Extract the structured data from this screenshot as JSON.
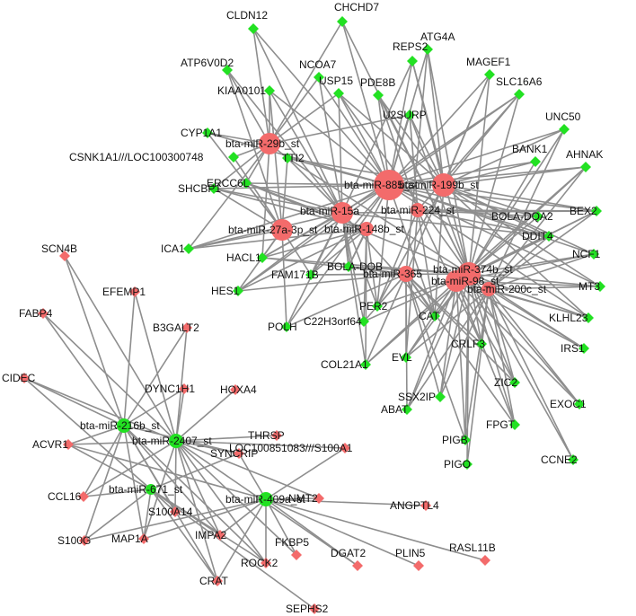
{
  "colors": {
    "background": "#ffffff",
    "edge": "#8e8e8e",
    "mirna_node": "#f36b6b",
    "green_gene": "#22e122",
    "red_gene": "#f36b6b",
    "label": "#111111"
  },
  "mirnas": [
    {
      "id": "m885",
      "label": "bta-miR-885_st",
      "color": "red"
    },
    {
      "id": "m199",
      "label": "bta-miR-199b_st",
      "color": "red"
    },
    {
      "id": "m29b",
      "label": "bta-miR-29b_st",
      "color": "red"
    },
    {
      "id": "m15",
      "label": "bta-miR-15a",
      "color": "red"
    },
    {
      "id": "m224",
      "label": "bta-miR-224_st",
      "color": "red"
    },
    {
      "id": "m27a",
      "label": "bta-miR-27a-3p_st",
      "color": "red"
    },
    {
      "id": "m148",
      "label": "bta-miR-148b_st",
      "color": "red"
    },
    {
      "id": "m365",
      "label": "bta-miR-365",
      "color": "red"
    },
    {
      "id": "m374",
      "label": "bta-miR-374b_st",
      "color": "red"
    },
    {
      "id": "m98",
      "label": "bta-miR-98_st",
      "color": "red"
    },
    {
      "id": "m200",
      "label": "bta-miR-200c_st",
      "color": "red"
    },
    {
      "id": "m216",
      "label": "bta-miR-216b_st",
      "color": "green"
    },
    {
      "id": "m2407",
      "label": "bta-miR-2407_st",
      "color": "green"
    },
    {
      "id": "m671",
      "label": "bta-miR-671_st",
      "color": "green"
    },
    {
      "id": "m409",
      "label": "bta-miR-409a_st",
      "color": "green"
    }
  ],
  "genes": [
    {
      "id": "CHCHD7",
      "label": "CHCHD7",
      "color": "green"
    },
    {
      "id": "CLDN12",
      "label": "CLDN12",
      "color": "green"
    },
    {
      "id": "ATG4A",
      "label": "ATG4A",
      "color": "green"
    },
    {
      "id": "REPS2",
      "label": "REPS2",
      "color": "green"
    },
    {
      "id": "ATP6V0D2",
      "label": "ATP6V0D2",
      "color": "green"
    },
    {
      "id": "NCOA7",
      "label": "NCOA7",
      "color": "green"
    },
    {
      "id": "MAGEF1",
      "label": "MAGEF1",
      "color": "green"
    },
    {
      "id": "USP15",
      "label": "USP15",
      "color": "green"
    },
    {
      "id": "PDE8B",
      "label": "PDE8B",
      "color": "green"
    },
    {
      "id": "KIAA0101",
      "label": "KIAA0101",
      "color": "green"
    },
    {
      "id": "SLC16A6",
      "label": "SLC16A6",
      "color": "green"
    },
    {
      "id": "U2SURP",
      "label": "U2SURP",
      "color": "green"
    },
    {
      "id": "UNC50",
      "label": "UNC50",
      "color": "green"
    },
    {
      "id": "CYP1A1",
      "label": "CYP1A1",
      "color": "green"
    },
    {
      "id": "BANK1",
      "label": "BANK1",
      "color": "green"
    },
    {
      "id": "AHNAK",
      "label": "AHNAK",
      "color": "green"
    },
    {
      "id": "CSNK1A1",
      "label": "CSNK1A1///LOC100300748",
      "color": "green"
    },
    {
      "id": "TTI2",
      "label": "TTI2",
      "color": "green"
    },
    {
      "id": "ERCC6L",
      "label": "ERCC6L",
      "color": "green"
    },
    {
      "id": "SHCBP1",
      "label": "SHCBP1",
      "color": "green"
    },
    {
      "id": "BOLADQA2",
      "label": "BOLA-DQA2",
      "color": "green"
    },
    {
      "id": "BEX2",
      "label": "BEX2",
      "color": "green"
    },
    {
      "id": "DDIT4",
      "label": "DDIT4",
      "color": "green"
    },
    {
      "id": "NCF1",
      "label": "NCF1",
      "color": "green"
    },
    {
      "id": "ICA1",
      "label": "ICA1",
      "color": "green"
    },
    {
      "id": "HACL1",
      "label": "HACL1",
      "color": "green"
    },
    {
      "id": "FAM171B",
      "label": "FAM171B",
      "color": "green"
    },
    {
      "id": "BOLADQB",
      "label": "BOLA-DQB",
      "color": "green"
    },
    {
      "id": "MT3",
      "label": "MT3",
      "color": "green"
    },
    {
      "id": "HES1",
      "label": "HES1",
      "color": "green"
    },
    {
      "id": "PER2",
      "label": "PER2",
      "color": "green"
    },
    {
      "id": "KLHL23",
      "label": "KLHL23",
      "color": "green"
    },
    {
      "id": "POLH",
      "label": "POLH",
      "color": "green"
    },
    {
      "id": "C22H3orf64",
      "label": "C22H3orf64",
      "color": "green"
    },
    {
      "id": "CAT",
      "label": "CAT",
      "color": "green"
    },
    {
      "id": "IRS1",
      "label": "IRS1",
      "color": "green"
    },
    {
      "id": "COL21A1",
      "label": "COL21A1",
      "color": "green"
    },
    {
      "id": "EVL",
      "label": "EVL",
      "color": "green"
    },
    {
      "id": "CRLF3",
      "label": "CRLF3",
      "color": "green"
    },
    {
      "id": "ZIC2",
      "label": "ZIC2",
      "color": "green"
    },
    {
      "id": "SSX2IP",
      "label": "SSX2IP",
      "color": "green"
    },
    {
      "id": "ABAT",
      "label": "ABAT",
      "color": "green"
    },
    {
      "id": "FPGT",
      "label": "FPGT",
      "color": "green"
    },
    {
      "id": "EXOC1",
      "label": "EXOC1",
      "color": "green"
    },
    {
      "id": "PIGB",
      "label": "PIGB",
      "color": "green"
    },
    {
      "id": "CCNE2",
      "label": "CCNE2",
      "color": "green"
    },
    {
      "id": "PIGO",
      "label": "PIGO",
      "color": "green"
    },
    {
      "id": "SCN4B",
      "label": "SCN4B",
      "color": "red"
    },
    {
      "id": "EFEMP1",
      "label": "EFEMP1",
      "color": "red"
    },
    {
      "id": "FABP4",
      "label": "FABP4",
      "color": "red"
    },
    {
      "id": "B3GALT2",
      "label": "B3GALT2",
      "color": "red"
    },
    {
      "id": "CIDEC",
      "label": "CIDEC",
      "color": "red"
    },
    {
      "id": "DYNC1H1",
      "label": "DYNC1H1",
      "color": "red"
    },
    {
      "id": "HOXA4",
      "label": "HOXA4",
      "color": "red"
    },
    {
      "id": "THRSP",
      "label": "THRSP",
      "color": "red"
    },
    {
      "id": "ACVR1",
      "label": "ACVR1",
      "color": "red"
    },
    {
      "id": "SYNCRIP",
      "label": "SYNCRIP",
      "color": "red"
    },
    {
      "id": "LOC100851083",
      "label": "LOC100851083///S100A1",
      "color": "red"
    },
    {
      "id": "CCL16",
      "label": "CCL16",
      "color": "red"
    },
    {
      "id": "S100A14",
      "label": "S100A14",
      "color": "red"
    },
    {
      "id": "NMT2",
      "label": "NMT2",
      "color": "red"
    },
    {
      "id": "ANGPTL4",
      "label": "ANGPTL4",
      "color": "red"
    },
    {
      "id": "IMPA2",
      "label": "IMPA2",
      "color": "red"
    },
    {
      "id": "S100G",
      "label": "S100G",
      "color": "red"
    },
    {
      "id": "MAP1A",
      "label": "MAP1A",
      "color": "red"
    },
    {
      "id": "FKBP5",
      "label": "FKBP5",
      "color": "red"
    },
    {
      "id": "DGAT2",
      "label": "DGAT2",
      "color": "red"
    },
    {
      "id": "PLIN5",
      "label": "PLIN5",
      "color": "red"
    },
    {
      "id": "RASL11B",
      "label": "RASL11B",
      "color": "red"
    },
    {
      "id": "ROCK2",
      "label": "ROCK2",
      "color": "red"
    },
    {
      "id": "CRAT",
      "label": "CRAT",
      "color": "red"
    },
    {
      "id": "SEPHS2",
      "label": "SEPHS2",
      "color": "red"
    }
  ],
  "edges": [
    [
      "m29b",
      "CHCHD7"
    ],
    [
      "m29b",
      "CLDN12"
    ],
    [
      "m29b",
      "ATP6V0D2"
    ],
    [
      "m29b",
      "NCOA7"
    ],
    [
      "m29b",
      "KIAA0101"
    ],
    [
      "m29b",
      "CYP1A1"
    ],
    [
      "m29b",
      "CSNK1A1"
    ],
    [
      "m29b",
      "TTI2"
    ],
    [
      "m29b",
      "ERCC6L"
    ],
    [
      "m29b",
      "SHCBP1"
    ],
    [
      "m29b",
      "USP15"
    ],
    [
      "m29b",
      "ICA1"
    ],
    [
      "m29b",
      "HACL1"
    ],
    [
      "m29b",
      "U2SURP"
    ],
    [
      "m885",
      "CHCHD7"
    ],
    [
      "m885",
      "CLDN12"
    ],
    [
      "m885",
      "REPS2"
    ],
    [
      "m885",
      "ATG4A"
    ],
    [
      "m885",
      "MAGEF1"
    ],
    [
      "m885",
      "NCOA7"
    ],
    [
      "m885",
      "USP15"
    ],
    [
      "m885",
      "PDE8B"
    ],
    [
      "m885",
      "KIAA0101"
    ],
    [
      "m885",
      "U2SURP"
    ],
    [
      "m885",
      "SLC16A6"
    ],
    [
      "m885",
      "UNC50"
    ],
    [
      "m885",
      "BANK1"
    ],
    [
      "m885",
      "AHNAK"
    ],
    [
      "m885",
      "CYP1A1"
    ],
    [
      "m885",
      "TTI2"
    ],
    [
      "m885",
      "ERCC6L"
    ],
    [
      "m885",
      "SHCBP1"
    ],
    [
      "m885",
      "BOLADQA2"
    ],
    [
      "m885",
      "BEX2"
    ],
    [
      "m885",
      "DDIT4"
    ],
    [
      "m885",
      "NCF1"
    ],
    [
      "m885",
      "FAM171B"
    ],
    [
      "m885",
      "BOLADQB"
    ],
    [
      "m885",
      "HACL1"
    ],
    [
      "m885",
      "MT3"
    ],
    [
      "m885",
      "PER2"
    ],
    [
      "m885",
      "CAT"
    ],
    [
      "m885",
      "KLHL23"
    ],
    [
      "m885",
      "ICA1"
    ],
    [
      "m885",
      "HES1"
    ],
    [
      "m885",
      "POLH"
    ],
    [
      "m199",
      "REPS2"
    ],
    [
      "m199",
      "ATG4A"
    ],
    [
      "m199",
      "MAGEF1"
    ],
    [
      "m199",
      "PDE8B"
    ],
    [
      "m199",
      "SLC16A6"
    ],
    [
      "m199",
      "UNC50"
    ],
    [
      "m199",
      "BANK1"
    ],
    [
      "m199",
      "AHNAK"
    ],
    [
      "m199",
      "U2SURP"
    ],
    [
      "m199",
      "BOLADQA2"
    ],
    [
      "m199",
      "BEX2"
    ],
    [
      "m199",
      "NCF1"
    ],
    [
      "m199",
      "DDIT4"
    ],
    [
      "m199",
      "TTI2"
    ],
    [
      "m199",
      "USP15"
    ],
    [
      "m199",
      "CAT"
    ],
    [
      "m199",
      "PER2"
    ],
    [
      "m199",
      "MT3"
    ],
    [
      "m199",
      "KLHL23"
    ],
    [
      "m15",
      "CLDN12"
    ],
    [
      "m15",
      "ATP6V0D2"
    ],
    [
      "m15",
      "NCOA7"
    ],
    [
      "m15",
      "KIAA0101"
    ],
    [
      "m15",
      "USP15"
    ],
    [
      "m15",
      "TTI2"
    ],
    [
      "m15",
      "ERCC6L"
    ],
    [
      "m15",
      "SHCBP1"
    ],
    [
      "m15",
      "ICA1"
    ],
    [
      "m15",
      "HACL1"
    ],
    [
      "m15",
      "HES1"
    ],
    [
      "m15",
      "POLH"
    ],
    [
      "m15",
      "FAM171B"
    ],
    [
      "m15",
      "BOLADQB"
    ],
    [
      "m15",
      "C22H3orf64"
    ],
    [
      "m15",
      "COL21A1"
    ],
    [
      "m15",
      "PER2"
    ],
    [
      "m15",
      "REPS2"
    ],
    [
      "m15",
      "SLC16A6"
    ],
    [
      "m15",
      "CAT"
    ],
    [
      "m15",
      "BEX2"
    ],
    [
      "m15",
      "DDIT4"
    ],
    [
      "m27a",
      "CYP1A1"
    ],
    [
      "m27a",
      "CSNK1A1"
    ],
    [
      "m27a",
      "SHCBP1"
    ],
    [
      "m27a",
      "ERCC6L"
    ],
    [
      "m27a",
      "ICA1"
    ],
    [
      "m27a",
      "HACL1"
    ],
    [
      "m27a",
      "HES1"
    ],
    [
      "m27a",
      "KIAA0101"
    ],
    [
      "m27a",
      "ATP6V0D2"
    ],
    [
      "m27a",
      "FAM171B"
    ],
    [
      "m27a",
      "POLH"
    ],
    [
      "m27a",
      "TTI2"
    ],
    [
      "m374",
      "ATG4A"
    ],
    [
      "m374",
      "MAGEF1"
    ],
    [
      "m374",
      "SLC16A6"
    ],
    [
      "m374",
      "UNC50"
    ],
    [
      "m374",
      "BANK1"
    ],
    [
      "m374",
      "AHNAK"
    ],
    [
      "m374",
      "BOLADQA2"
    ],
    [
      "m374",
      "BEX2"
    ],
    [
      "m374",
      "DDIT4"
    ],
    [
      "m374",
      "NCF1"
    ],
    [
      "m374",
      "MT3"
    ],
    [
      "m374",
      "KLHL23"
    ],
    [
      "m374",
      "IRS1"
    ],
    [
      "m374",
      "ZIC2"
    ],
    [
      "m374",
      "CRLF3"
    ],
    [
      "m374",
      "SSX2IP"
    ],
    [
      "m374",
      "ABAT"
    ],
    [
      "m374",
      "FPGT"
    ],
    [
      "m374",
      "EXOC1"
    ],
    [
      "m374",
      "PIGB"
    ],
    [
      "m374",
      "PIGO"
    ],
    [
      "m374",
      "CCNE2"
    ],
    [
      "m374",
      "EVL"
    ],
    [
      "m374",
      "CAT"
    ],
    [
      "m374",
      "PER2"
    ],
    [
      "m374",
      "COL21A1"
    ],
    [
      "m374",
      "C22H3orf64"
    ],
    [
      "m374",
      "REPS2"
    ],
    [
      "m374",
      "PDE8B"
    ],
    [
      "m374",
      "U2SURP"
    ],
    [
      "m374",
      "BOLADQB"
    ],
    [
      "m374",
      "FAM171B"
    ],
    [
      "m374",
      "CHCHD7"
    ],
    [
      "m374",
      "USP15"
    ],
    [
      "m374",
      "ERCC6L"
    ],
    [
      "m374",
      "HACL1"
    ],
    [
      "m374",
      "TTI2"
    ],
    [
      "m200",
      "ZIC2"
    ],
    [
      "m200",
      "EXOC1"
    ],
    [
      "m200",
      "CCNE2"
    ],
    [
      "m200",
      "FPGT"
    ],
    [
      "m200",
      "PIGB"
    ],
    [
      "m200",
      "IRS1"
    ],
    [
      "m200",
      "KLHL23"
    ],
    [
      "m200",
      "NCF1"
    ],
    [
      "m200",
      "MT3"
    ],
    [
      "m200",
      "CRLF3"
    ],
    [
      "m200",
      "SSX2IP"
    ],
    [
      "m200",
      "PIGO"
    ],
    [
      "m200",
      "BEX2"
    ],
    [
      "m200",
      "DDIT4"
    ],
    [
      "m200",
      "EVL"
    ],
    [
      "m200",
      "ABAT"
    ],
    [
      "m200",
      "AHNAK"
    ],
    [
      "m200",
      "UNC50"
    ],
    [
      "m365",
      "SSX2IP"
    ],
    [
      "m365",
      "ABAT"
    ],
    [
      "m365",
      "PIGB"
    ],
    [
      "m365",
      "EVL"
    ],
    [
      "m365",
      "COL21A1"
    ],
    [
      "m365",
      "C22H3orf64"
    ],
    [
      "m365",
      "PER2"
    ],
    [
      "m365",
      "CAT"
    ],
    [
      "m365",
      "POLH"
    ],
    [
      "m365",
      "HES1"
    ],
    [
      "m365",
      "FAM171B"
    ],
    [
      "m365",
      "BOLADQB"
    ],
    [
      "m365",
      "CRLF3"
    ],
    [
      "m365",
      "FPGT"
    ],
    [
      "m365",
      "ZIC2"
    ],
    [
      "m365",
      "HACL1"
    ],
    [
      "m365",
      "MAGEF1"
    ],
    [
      "m365",
      "ATG4A"
    ],
    [
      "m224",
      "BOLADQA2"
    ],
    [
      "m224",
      "DDIT4"
    ],
    [
      "m224",
      "BEX2"
    ],
    [
      "m224",
      "CAT"
    ],
    [
      "m224",
      "PER2"
    ],
    [
      "m224",
      "EVL"
    ],
    [
      "m224",
      "CRLF3"
    ],
    [
      "m224",
      "SLC16A6"
    ],
    [
      "m224",
      "U2SURP"
    ],
    [
      "m224",
      "PDE8B"
    ],
    [
      "m148",
      "HACL1"
    ],
    [
      "m148",
      "ICA1"
    ],
    [
      "m148",
      "FAM171B"
    ],
    [
      "m148",
      "BOLADQB"
    ],
    [
      "m148",
      "HES1"
    ],
    [
      "m148",
      "C22H3orf64"
    ],
    [
      "m148",
      "COL21A1"
    ],
    [
      "m148",
      "PER2"
    ],
    [
      "m148",
      "SHCBP1"
    ],
    [
      "m148",
      "ERCC6L"
    ],
    [
      "m98",
      "IRS1"
    ],
    [
      "m98",
      "ZIC2"
    ],
    [
      "m98",
      "EXOC1"
    ],
    [
      "m98",
      "CRLF3"
    ],
    [
      "m98",
      "KLHL23"
    ],
    [
      "m98",
      "NCF1"
    ],
    [
      "m98",
      "MT3"
    ],
    [
      "m98",
      "BEX2"
    ],
    [
      "m98",
      "AHNAK"
    ],
    [
      "m98",
      "DDIT4"
    ],
    [
      "m98",
      "SSX2IP"
    ],
    [
      "m98",
      "ABAT"
    ],
    [
      "m98",
      "FPGT"
    ],
    [
      "m98",
      "PIGB"
    ],
    [
      "m98",
      "EVL"
    ],
    [
      "m98",
      "COL21A1"
    ],
    [
      "m216",
      "SCN4B"
    ],
    [
      "m216",
      "FABP4"
    ],
    [
      "m216",
      "CIDEC"
    ],
    [
      "m216",
      "ACVR1"
    ],
    [
      "m216",
      "CCL16"
    ],
    [
      "m216",
      "EFEMP1"
    ],
    [
      "m216",
      "B3GALT2"
    ],
    [
      "m216",
      "DYNC1H1"
    ],
    [
      "m216",
      "SYNCRIP"
    ],
    [
      "m216",
      "IMPA2"
    ],
    [
      "m216",
      "MAP1A"
    ],
    [
      "m216",
      "S100G"
    ],
    [
      "m216",
      "ROCK2"
    ],
    [
      "m216",
      "CRAT"
    ],
    [
      "m216",
      "S100A14"
    ],
    [
      "m2407",
      "SCN4B"
    ],
    [
      "m2407",
      "FABP4"
    ],
    [
      "m2407",
      "CIDEC"
    ],
    [
      "m2407",
      "EFEMP1"
    ],
    [
      "m2407",
      "B3GALT2"
    ],
    [
      "m2407",
      "DYNC1H1"
    ],
    [
      "m2407",
      "HOXA4"
    ],
    [
      "m2407",
      "THRSP"
    ],
    [
      "m2407",
      "SYNCRIP"
    ],
    [
      "m2407",
      "LOC100851083"
    ],
    [
      "m2407",
      "ACVR1"
    ],
    [
      "m2407",
      "CCL16"
    ],
    [
      "m2407",
      "S100A14"
    ],
    [
      "m2407",
      "MAP1A"
    ],
    [
      "m2407",
      "IMPA2"
    ],
    [
      "m2407",
      "CRAT"
    ],
    [
      "m2407",
      "FKBP5"
    ],
    [
      "m2407",
      "NMT2"
    ],
    [
      "m2407",
      "ROCK2"
    ],
    [
      "m2407",
      "DGAT2"
    ],
    [
      "m671",
      "CIDEC"
    ],
    [
      "m671",
      "ACVR1"
    ],
    [
      "m671",
      "CCL16"
    ],
    [
      "m671",
      "S100A14"
    ],
    [
      "m671",
      "MAP1A"
    ],
    [
      "m671",
      "S100G"
    ],
    [
      "m671",
      "CRAT"
    ],
    [
      "m671",
      "IMPA2"
    ],
    [
      "m671",
      "SEPHS2"
    ],
    [
      "m671",
      "ROCK2"
    ],
    [
      "m671",
      "SYNCRIP"
    ],
    [
      "m409",
      "ANGPTL4"
    ],
    [
      "m409",
      "NMT2"
    ],
    [
      "m409",
      "DGAT2"
    ],
    [
      "m409",
      "PLIN5"
    ],
    [
      "m409",
      "RASL11B"
    ],
    [
      "m409",
      "FKBP5"
    ],
    [
      "m409",
      "ROCK2"
    ],
    [
      "m409",
      "IMPA2"
    ],
    [
      "m409",
      "CRAT"
    ],
    [
      "m409",
      "MAP1A"
    ],
    [
      "m409",
      "S100G"
    ],
    [
      "m409",
      "SYNCRIP"
    ],
    [
      "m409",
      "LOC100851083"
    ],
    [
      "m409",
      "ACVR1"
    ]
  ]
}
